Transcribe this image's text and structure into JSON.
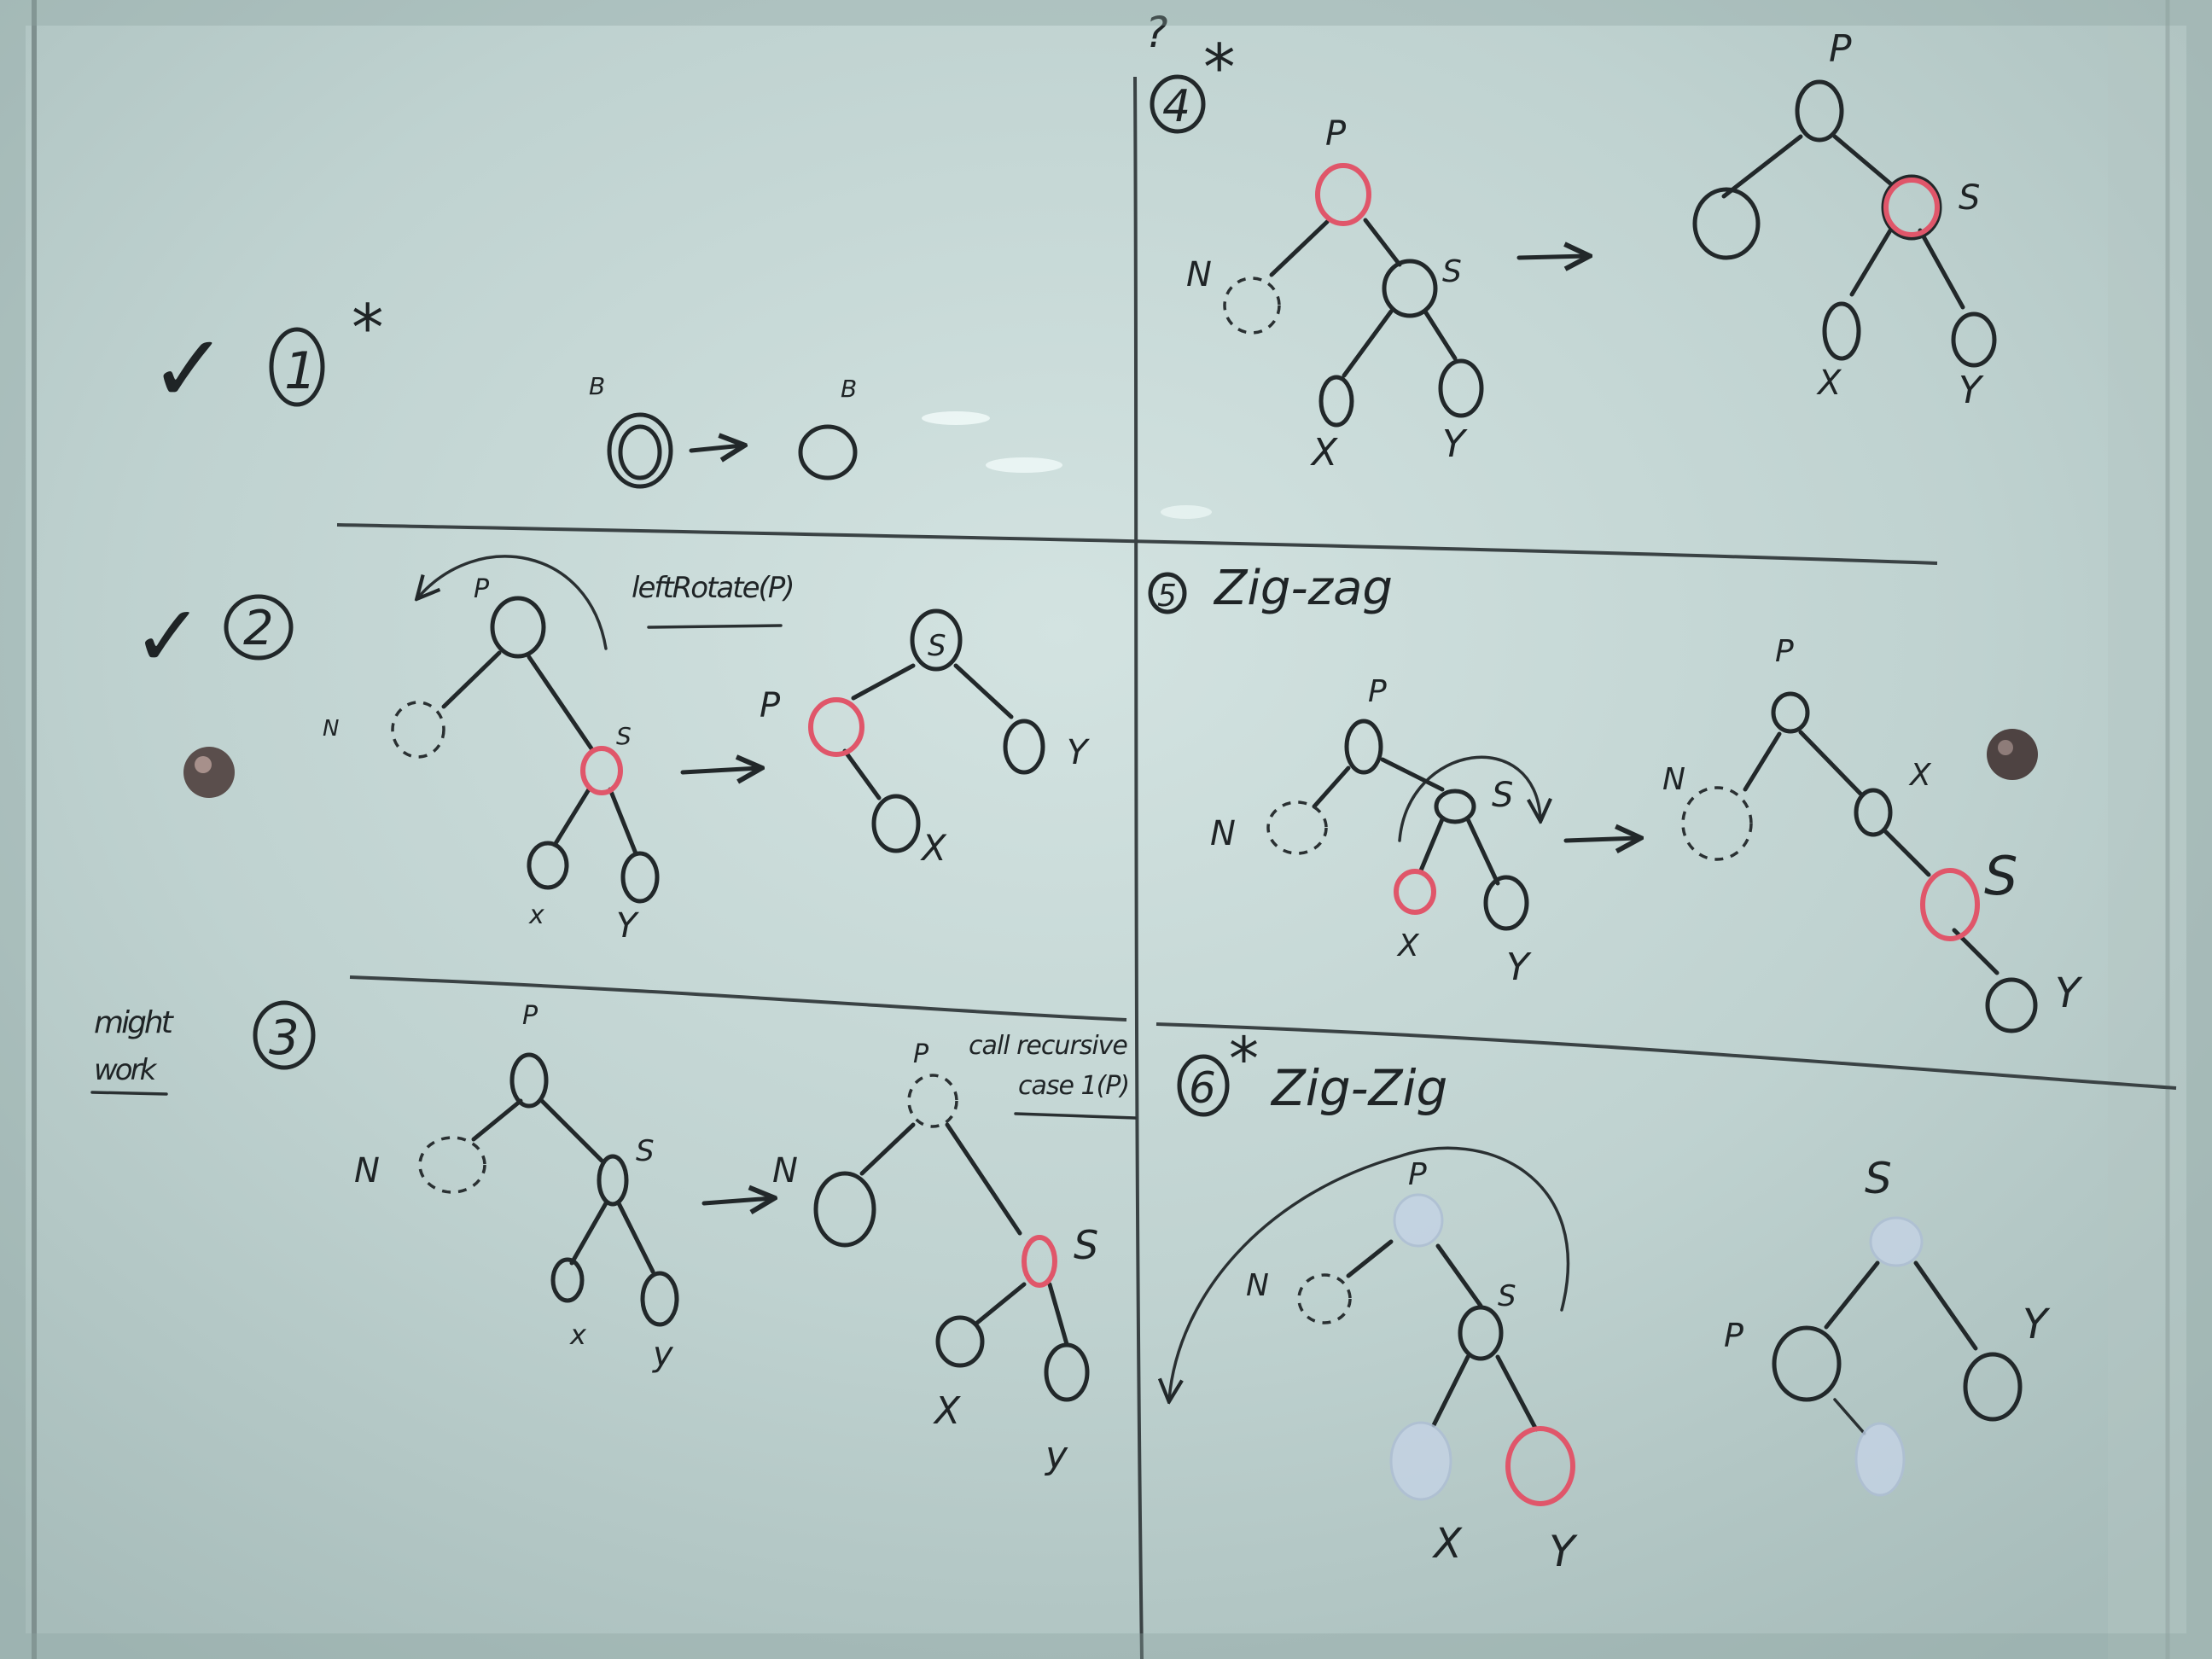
{
  "colors": {
    "board": "#c9dbd9",
    "ink": "#22282a",
    "red_ink": "#e0566a",
    "blue_ink": "#c4d3e4"
  },
  "marks": {
    "check": "✓",
    "star": "*",
    "question": "?"
  },
  "case1": {
    "number": "1",
    "before_label": "B",
    "after_label": "B"
  },
  "case2": {
    "number": "2",
    "note": "leftRotate(P)",
    "before": {
      "p": "P",
      "n": "N",
      "s": "S",
      "x": "x",
      "y": "Y"
    },
    "after": {
      "s": "S",
      "p": "P",
      "x": "X",
      "y": "Y"
    }
  },
  "case3": {
    "number": "3",
    "side_note_line1": "might",
    "side_note_line2": "work",
    "note_line1": "call recursive",
    "note_line2": "case 1(P)",
    "before": {
      "p": "P",
      "n": "N",
      "s": "S",
      "x": "x",
      "y": "y"
    },
    "after": {
      "p": "P",
      "n": "N",
      "s": "S",
      "x": "X",
      "y": "y"
    }
  },
  "case4": {
    "number": "4",
    "before": {
      "p": "P",
      "n": "N",
      "s": "S",
      "x": "X",
      "y": "Y"
    },
    "after": {
      "p": "P",
      "s": "S",
      "x": "X",
      "y": "Y"
    }
  },
  "case5": {
    "number": "5",
    "title": "Zig-zag",
    "before": {
      "p": "P",
      "n": "N",
      "s": "S",
      "x": "X",
      "y": "Y"
    },
    "after": {
      "p": "P",
      "n": "N",
      "x": "X",
      "s": "S",
      "y": "Y"
    }
  },
  "case6": {
    "number": "6",
    "title": "Zig-Zig",
    "before": {
      "p": "P",
      "n": "N",
      "s": "S",
      "x": "X",
      "y": "Y"
    },
    "after": {
      "s": "S",
      "p": "P",
      "y": "Y"
    }
  }
}
